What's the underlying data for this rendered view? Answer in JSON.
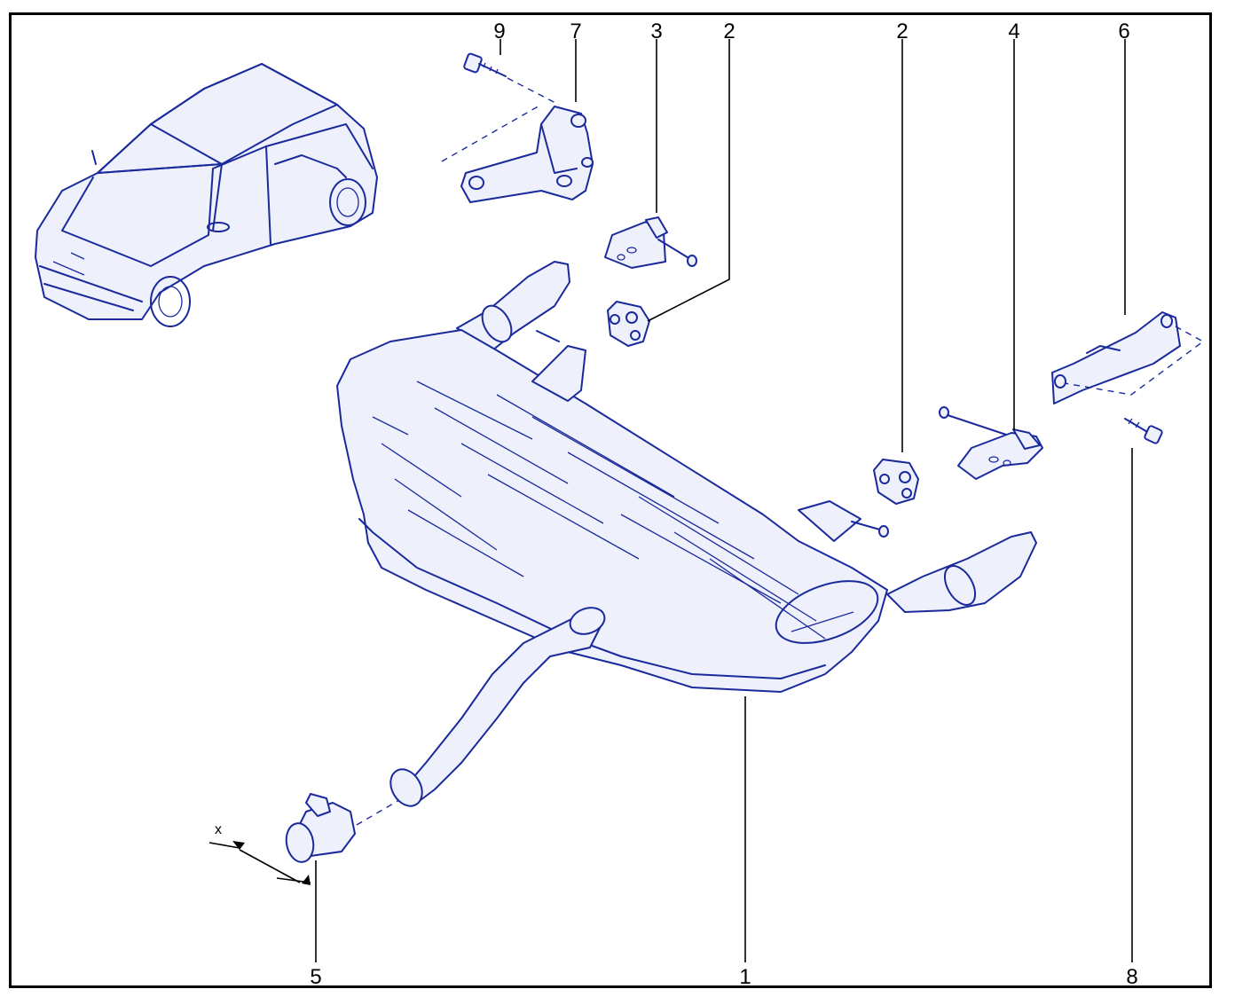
{
  "callouts": {
    "c9": "9",
    "c7": "7",
    "c3": "3",
    "c2a": "2",
    "c2b": "2",
    "c4": "4",
    "c6": "6",
    "c5": "5",
    "c1": "1",
    "c8": "8"
  },
  "dimension": {
    "x": "x"
  },
  "colors": {
    "line": "#1a2a9c",
    "fill": "#eef0fb",
    "frame": "#000000"
  }
}
